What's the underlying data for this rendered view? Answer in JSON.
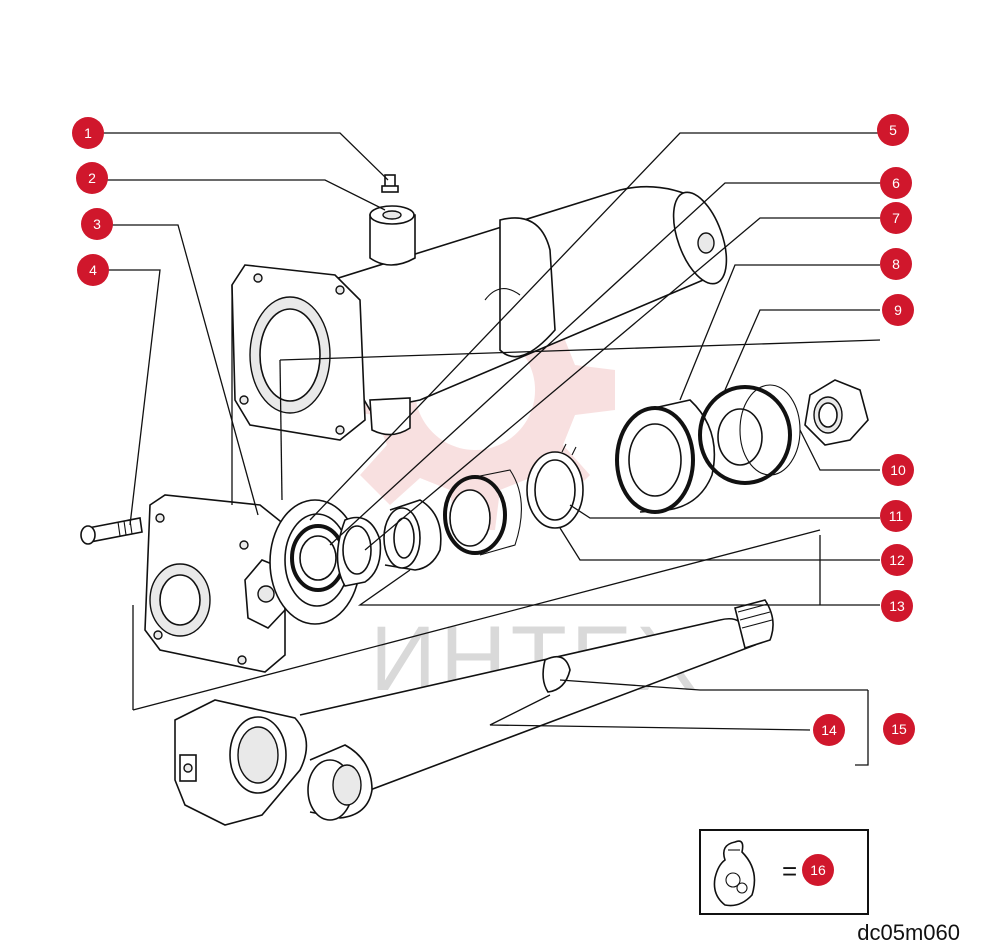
{
  "watermark": {
    "text": "ИНТЕХ"
  },
  "drawing_code": "dc05m060",
  "callouts": [
    "1",
    "2",
    "3",
    "4",
    "5",
    "6",
    "7",
    "8",
    "9",
    "10",
    "11",
    "12",
    "13",
    "14",
    "15",
    "16"
  ],
  "legend_box": {
    "equals": "=",
    "ref": "16",
    "icon": "parts-bag-icon"
  },
  "colors": {
    "callout": "#d0172c",
    "line": "#111111",
    "watermark": "#f3c7c7"
  }
}
